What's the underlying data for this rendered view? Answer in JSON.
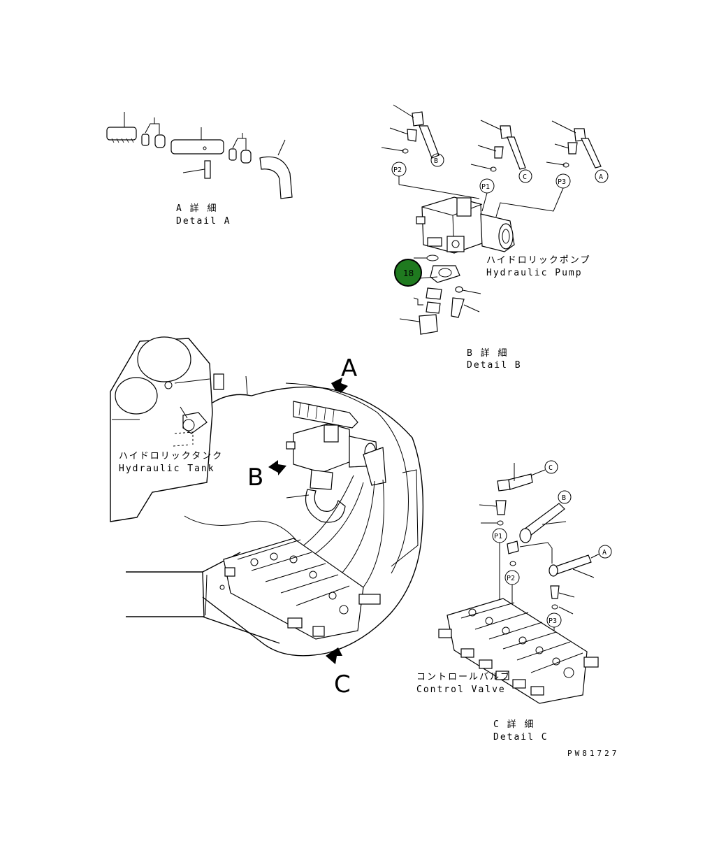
{
  "detail_a": {
    "title_jp": "A 詳 細",
    "title_en": "Detail A"
  },
  "detail_b": {
    "title_jp": "B 詳 細",
    "title_en": "Detail B",
    "pump_jp": "ハイドロリックポンプ",
    "pump_en": "Hydraulic Pump",
    "badge": "18",
    "badge_color": "#1f7a1f",
    "port_refs": [
      "P2",
      "P1",
      "P3",
      "B",
      "C",
      "A"
    ]
  },
  "detail_c": {
    "title_jp": "C 詳 細",
    "title_en": "Detail C",
    "valve_jp": "コントロールバルブ",
    "valve_en": "Control Valve",
    "port_refs": [
      "C",
      "B",
      "A",
      "P1",
      "P2",
      "P3"
    ]
  },
  "main": {
    "tank_jp": "ハイドロリックタンク",
    "tank_en": "Hydraulic Tank",
    "arrow_a": "A",
    "arrow_b": "B",
    "arrow_c": "C"
  },
  "drawing_code": "PW81727"
}
